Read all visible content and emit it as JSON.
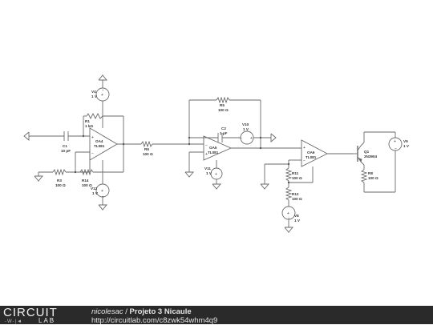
{
  "schematic": {
    "components": {
      "V4": {
        "name": "V4",
        "value": "1 V"
      },
      "R1": {
        "name": "R1",
        "value": "1 kΩ"
      },
      "OA4": {
        "name": "OA4",
        "model": "TL081"
      },
      "C1": {
        "name": "C1",
        "value": "10 pF"
      },
      "R3": {
        "name": "R3",
        "value": "100 Ω"
      },
      "R14": {
        "name": "R14",
        "value": "100 Ω"
      },
      "V12": {
        "name": "V12",
        "value": "1 V"
      },
      "R6": {
        "name": "R6",
        "value": "100 Ω"
      },
      "R5": {
        "name": "R5",
        "value": "100 Ω"
      },
      "C2": {
        "name": "C2",
        "value": "1 pF"
      },
      "V10": {
        "name": "V10",
        "value": "1 V"
      },
      "OA5": {
        "name": "OA5",
        "model": "TL081"
      },
      "V11": {
        "name": "V11",
        "value": "1 V"
      },
      "OA6": {
        "name": "OA6",
        "model": "TL081"
      },
      "R11": {
        "name": "R11",
        "value": "100 Ω"
      },
      "R12": {
        "name": "R12",
        "value": "100 Ω"
      },
      "V8": {
        "name": "V8",
        "value": "1 V"
      },
      "Q1": {
        "name": "Q1",
        "model": "2N3904"
      },
      "R8": {
        "name": "R8",
        "value": "100 Ω"
      },
      "V9": {
        "name": "V9",
        "value": "1 V"
      }
    }
  },
  "footer": {
    "logo_circuit": "CIRCUIT",
    "logo_lab": "LAB",
    "logo_mark": "-W-|◄",
    "author": "nicolesac",
    "separator": " / ",
    "title": "Projeto 3 Nicaule",
    "url": "http://circuitlab.com/c8zwk54whm4q9"
  }
}
